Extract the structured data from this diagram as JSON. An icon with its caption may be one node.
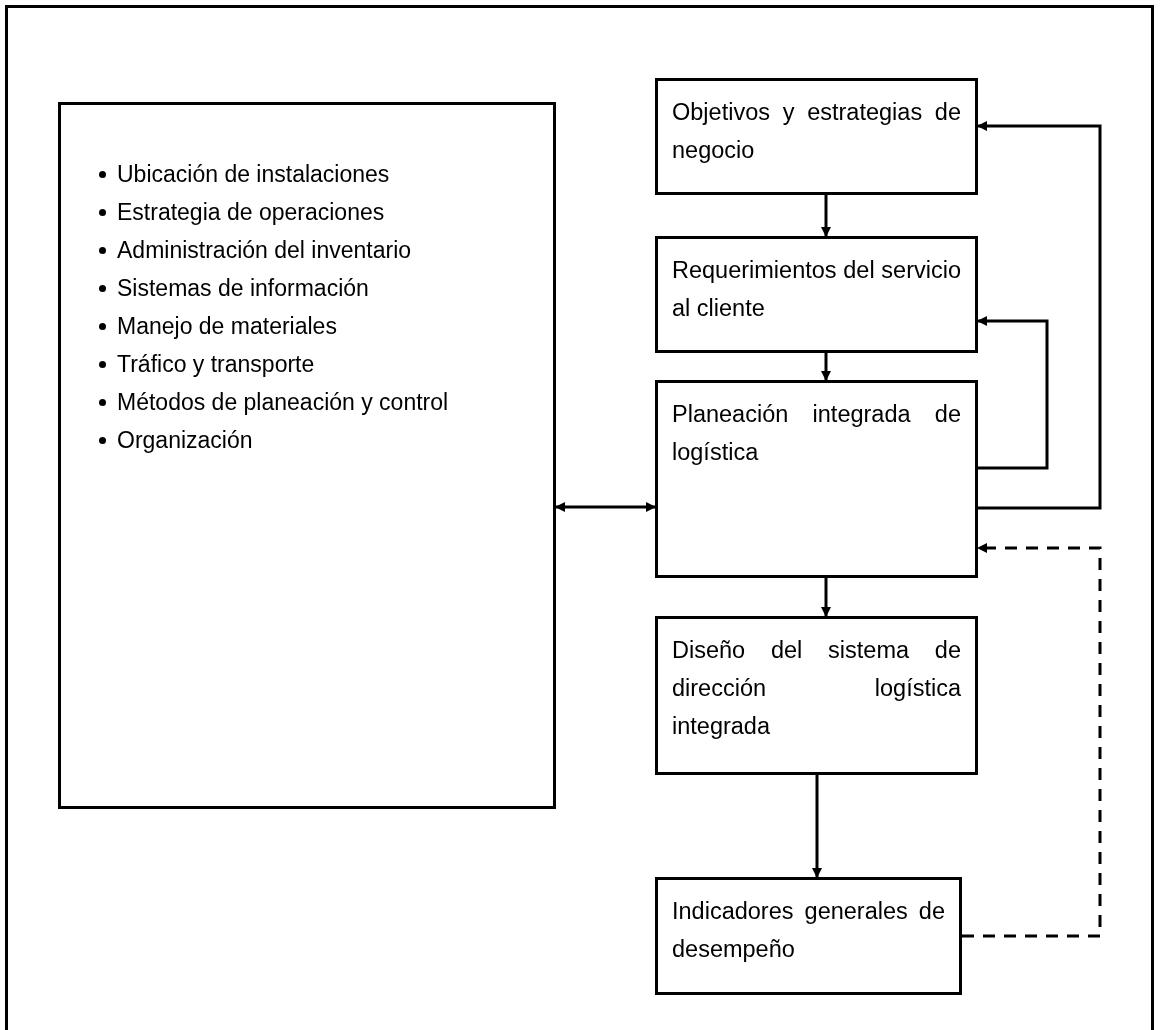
{
  "diagram": {
    "nodes": [
      {
        "text": [
          "Ubicación de instalaciones",
          "Estrategia de operaciones",
          "Administración del inventario",
          "Sistemas de información",
          "Manejo de materiales",
          "Tráfico y transporte",
          "Métodos de planeación y control",
          "Organización"
        ]
      },
      {
        "text": [
          "Objetivos y estrategias de negocio"
        ]
      },
      {
        "text": [
          "Requerimientos del servicio al cliente"
        ]
      },
      {
        "text": [
          "Planeación integrada de logística"
        ]
      },
      {
        "text": [
          "Diseño del sistema de dirección logística integrada"
        ]
      },
      {
        "text": [
          "Indicadores generales de desempeño"
        ]
      }
    ],
    "edges": [
      {
        "from": 0,
        "to": 3,
        "arrow": "both"
      },
      {
        "from": 1,
        "to": 2,
        "arrow": "to"
      },
      {
        "from": 2,
        "to": 3,
        "arrow": "to"
      },
      {
        "from": 3,
        "to": 2,
        "arrow": "to"
      },
      {
        "from": 3,
        "to": 1,
        "arrow": "to"
      },
      {
        "from": 3,
        "to": 4,
        "arrow": "to"
      },
      {
        "from": 4,
        "to": 5,
        "arrow": "to"
      },
      {
        "from": 5,
        "to": 3,
        "arrow": "to",
        "style": "dashed"
      }
    ]
  }
}
